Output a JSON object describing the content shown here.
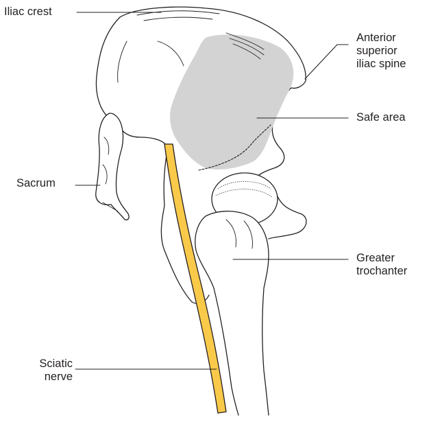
{
  "labels": {
    "iliac_crest": "Iliac crest",
    "anterior_superior_iliac_spine": [
      "Anterior",
      "superior",
      "iliac spine"
    ],
    "safe_area": "Safe area",
    "sacrum": "Sacrum",
    "greater_trochanter": [
      "Greater",
      "trochanter"
    ],
    "sciatic_nerve": [
      "Sciatic",
      "nerve"
    ]
  },
  "colors": {
    "outline": "#231f20",
    "safe_area_fill": "#d3d3d3",
    "nerve_fill": "#f9c94a",
    "background": "#ffffff"
  }
}
